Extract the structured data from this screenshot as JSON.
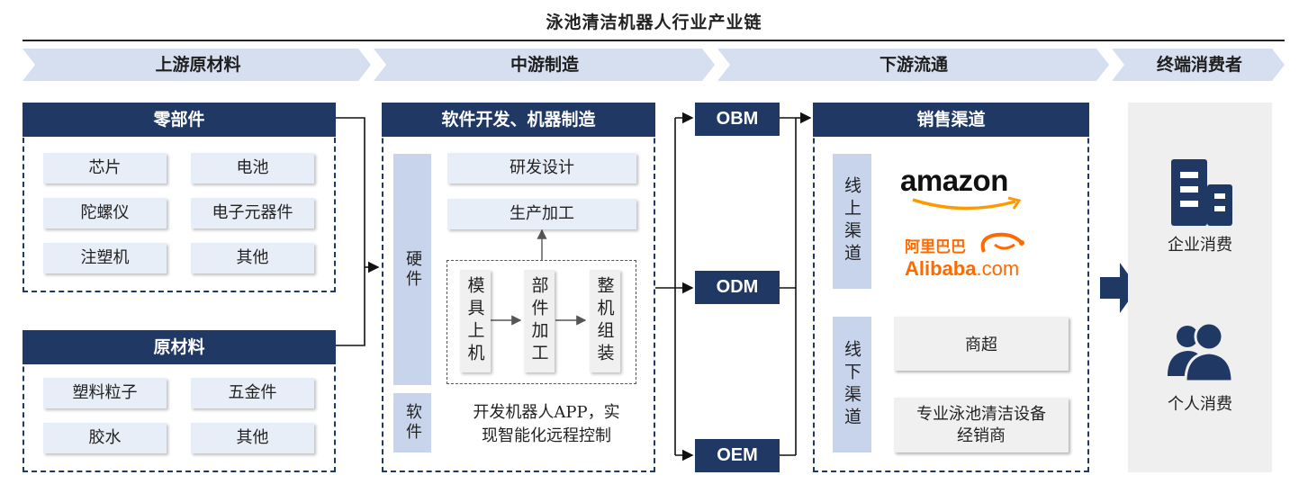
{
  "title": "泳池清洁机器人行业产业链",
  "stages": [
    "上游原材料",
    "中游制造",
    "下游流通",
    "终端消费者"
  ],
  "upstream": {
    "parts": {
      "title": "零部件",
      "items": [
        "芯片",
        "电池",
        "陀螺仪",
        "电子元器件",
        "注塑机",
        "其他"
      ]
    },
    "materials": {
      "title": "原材料",
      "items": [
        "塑料粒子",
        "五金件",
        "胶水",
        "其他"
      ]
    }
  },
  "midstream": {
    "title": "软件开发、机器制造",
    "hardware_label": "硬件",
    "software_label": "软件",
    "rd": "研发设计",
    "production": "生产加工",
    "steps": [
      "模具上机",
      "部件加工",
      "整机组装"
    ],
    "software_desc_line1": "开发机器人APP，实",
    "software_desc_line2": "现智能化远程控制"
  },
  "models": [
    "OBM",
    "ODM",
    "OEM"
  ],
  "channels": {
    "title": "销售渠道",
    "online_label": "线上渠道",
    "offline_label": "线下渠道",
    "amazon": "amazon",
    "alibaba_cn": "阿里巴巴",
    "alibaba_en": "Alibaba",
    "alibaba_suffix": ".com",
    "offline_items": [
      "商超",
      "专业泳池清洁设备经销商"
    ]
  },
  "consumers": {
    "enterprise": "企业消费",
    "individual": "个人消费"
  },
  "colors": {
    "navy": "#1f3864",
    "chevron": "#d6dff0",
    "chip": "#e8eef8",
    "bar": "#c7d4ec",
    "amazon_orange": "#ff9900",
    "alibaba_orange": "#ff6a00"
  }
}
